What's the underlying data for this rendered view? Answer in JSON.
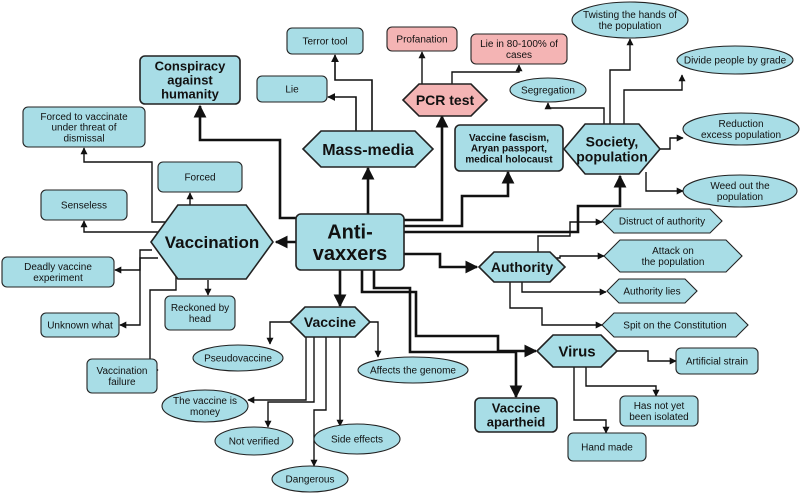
{
  "colors": {
    "node": "#a8dde6",
    "node_pink": "#f4b4b4",
    "stroke": "#222222",
    "edge": "#111111"
  },
  "nodes": {
    "antivaxxers": "Anti-\nvaxxers",
    "vaccination": "Vaccination",
    "mass_media": "Mass-media",
    "pcr_test": "PCR test",
    "society": "Society,\npopulation",
    "authority": "Authority",
    "vaccine": "Vaccine",
    "virus": "Virus",
    "vaccine_apartheid": "Vaccine\napartheid",
    "conspiracy": "Conspiracy\nagainst\nhumanity",
    "vaccine_fascism": "Vaccine fascism,\nAryan passport,\nmedical holocaust",
    "terror_tool": "Terror tool",
    "lie": "Lie",
    "profanation": "Profanation",
    "lie_80": "Lie in 80-100% of\ncases",
    "twisting": "Twisting the hands of\nthe population",
    "divide": "Divide people by grade",
    "segregation": "Segregation",
    "reduction": "Reduction\nexcess population",
    "weed_out": "Weed out the\npopulation",
    "forced_threat": "Forced to vaccinate\nunder threat of\ndismissal",
    "forced": "Forced",
    "senseless": "Senseless",
    "deadly": "Deadly vaccine\nexperiment",
    "unknown_what": "Unknown what",
    "reckoned": "Reckoned by\nhead",
    "vacc_failure": "Vaccination\nfailure",
    "distrust": "Distruct of authority",
    "attack": "Attack on\nthe population",
    "authority_lies": "Authority lies",
    "spit": "Spit on the Constitution",
    "pseudovaccine": "Pseudovaccine",
    "affects_genome": "Affects the genome",
    "vaccine_money": "The vaccine is\nmoney",
    "not_verified": "Not verified",
    "side_effects": "Side effects",
    "dangerous": "Dangerous",
    "artificial": "Artificial strain",
    "not_isolated": "Has not yet\nbeen isolated",
    "hand_made": "Hand made"
  }
}
